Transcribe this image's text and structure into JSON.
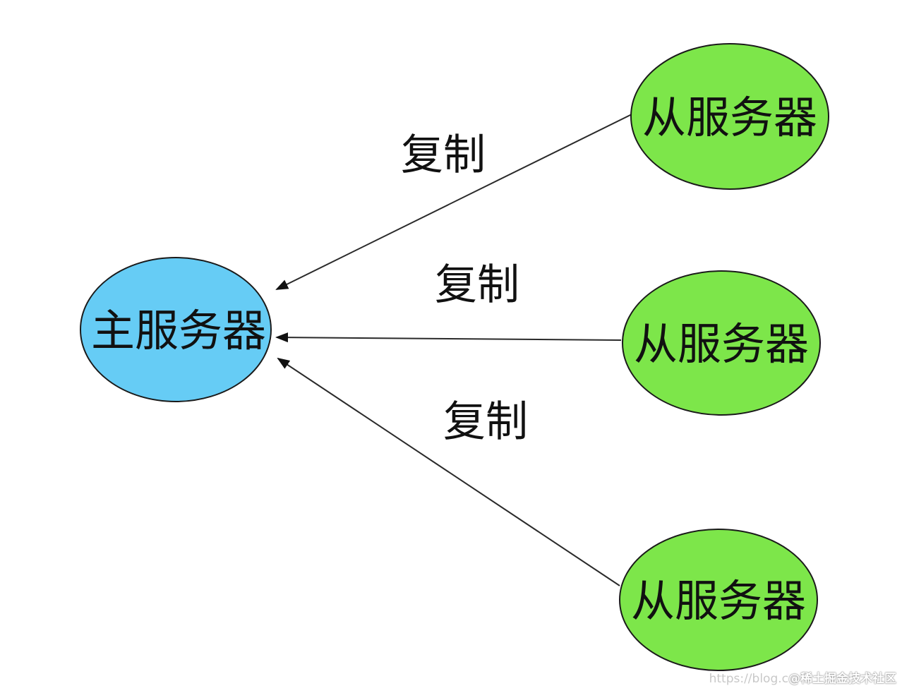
{
  "diagram": {
    "master": {
      "label": "主服务器",
      "fill": "#66ccf5"
    },
    "slaves": [
      {
        "label": "从服务器",
        "fill": "#7de64a"
      },
      {
        "label": "从服务器",
        "fill": "#7de64a"
      },
      {
        "label": "从服务器",
        "fill": "#7de64a"
      }
    ],
    "edges": [
      {
        "label": "复制"
      },
      {
        "label": "复制"
      },
      {
        "label": "复制"
      }
    ]
  },
  "watermark": {
    "url": "https://blog.c",
    "brand": "@稀土掘金技术社区"
  }
}
